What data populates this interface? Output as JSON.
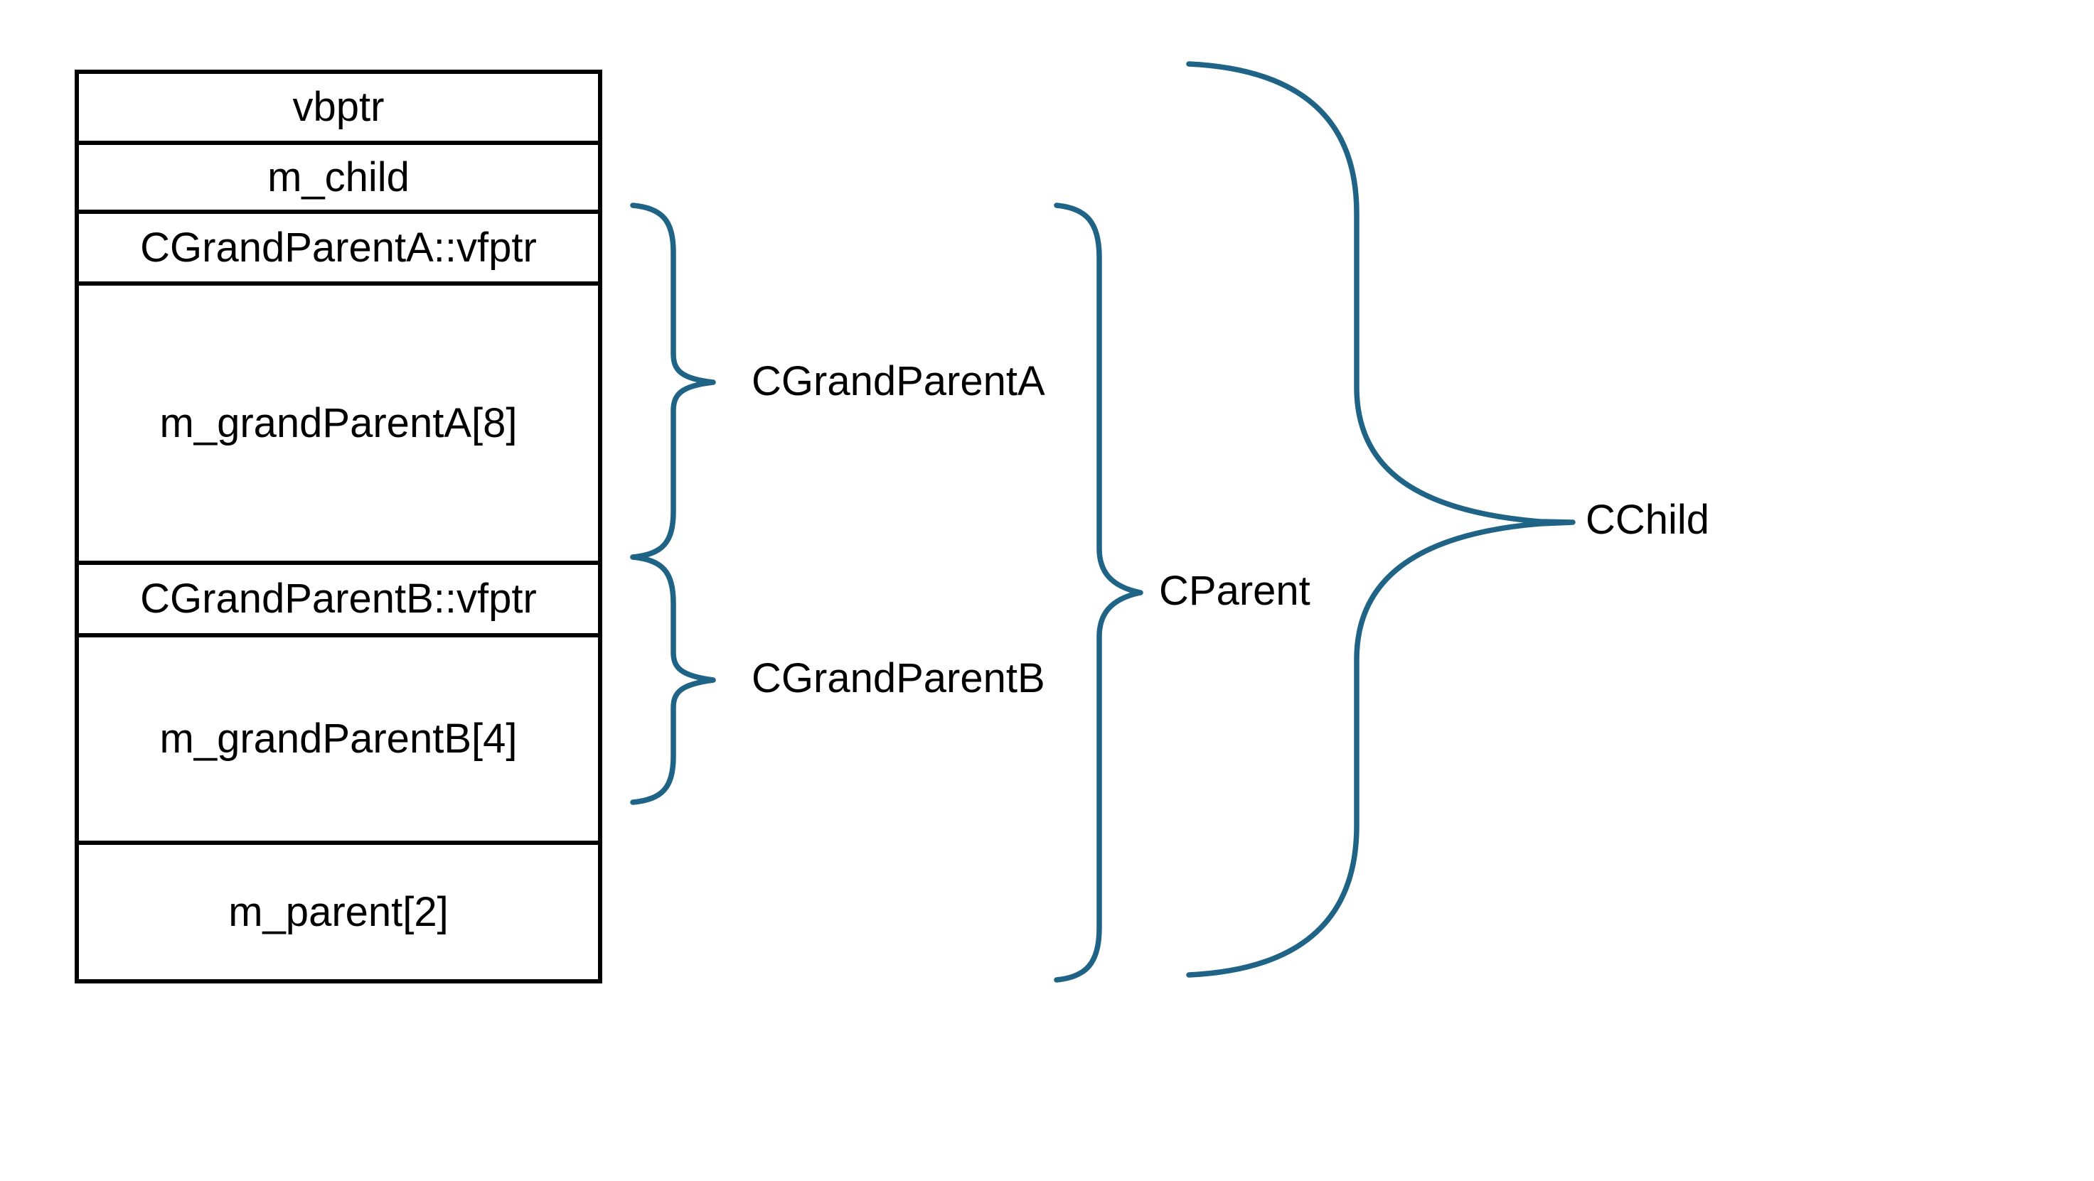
{
  "colors": {
    "brace_accent": "#1F6386",
    "table_border": "#000000",
    "text": "#000000",
    "background": "#FFFFFF"
  },
  "memory_layout_table": {
    "rows": [
      {
        "label": "vbptr"
      },
      {
        "label": "m_child"
      },
      {
        "label": "CGrandParentA::vfptr"
      },
      {
        "label": "m_grandParentA[8]"
      },
      {
        "label": "CGrandParentB::vfptr"
      },
      {
        "label": "m_grandParentB[4]"
      },
      {
        "label": "m_parent[2]"
      }
    ]
  },
  "braces": {
    "cgrandparent_a": {
      "label": "CGrandParentA"
    },
    "cgrandparent_b": {
      "label": "CGrandParentB"
    },
    "cparent": {
      "label": "CParent"
    },
    "cchild": {
      "label": "CChild"
    }
  }
}
